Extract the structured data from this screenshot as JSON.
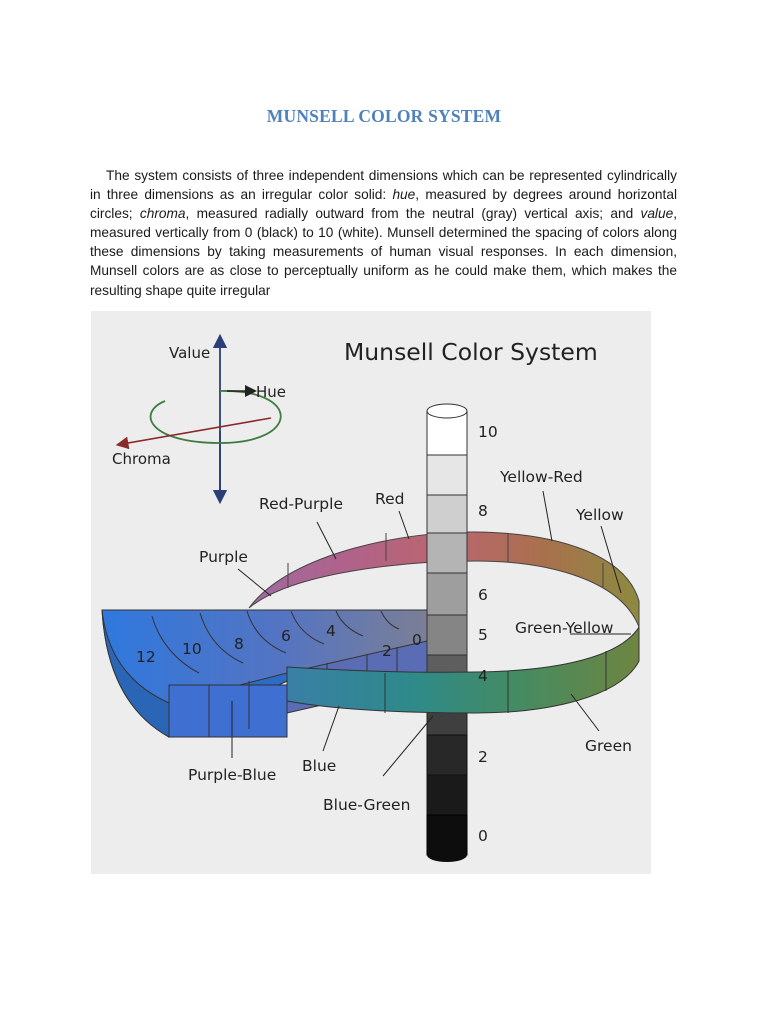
{
  "document": {
    "title": "MUNSELL COLOR SYSTEM",
    "paragraph": {
      "seg1": "The system consists of three independent dimensions which can be represented cylindrically in three dimensions as an irregular color solid: ",
      "hue_term": "hue",
      "seg2": ", measured by degrees around horizontal circles; ",
      "chroma_term": "chroma",
      "seg3": ", measured radially outward from the neutral (gray) vertical axis; and ",
      "value_term": "value",
      "seg4": ", measured vertically from 0 (black) to 10 (white). Munsell determined the spacing of colors along these dimensions by taking measurements of human visual responses. In each dimension, Munsell colors are as close to perceptually uniform as he could make them, which makes the resulting shape quite irregular"
    }
  },
  "figure": {
    "title": "Munsell Color System",
    "axes_legend": {
      "value": "Value",
      "hue": "Hue",
      "chroma": "Chroma"
    },
    "hue_labels": {
      "red_purple": "Red-Purple",
      "red": "Red",
      "purple": "Purple",
      "yellow_red": "Yellow-Red",
      "yellow": "Yellow",
      "green_yellow": "Green-Yellow",
      "green": "Green",
      "blue_green": "Blue-Green",
      "blue": "Blue",
      "purple_blue": "Purple-Blue"
    },
    "value_scale": {
      "v10": "10",
      "v8": "8",
      "v6": "6",
      "v5": "5",
      "v4": "4",
      "v2": "2",
      "v0": "0"
    },
    "chroma_scale": {
      "c12": "12",
      "c10": "10",
      "c8": "8",
      "c6": "6",
      "c4": "4",
      "c2": "2",
      "c0": "0"
    },
    "colors": {
      "value_axis": "#2a3f78",
      "hue_ring": "#3e7d3e",
      "chroma_arrow": "#8a2a2a",
      "red_purple": "#b0628a",
      "red": "#bb6670",
      "yellow_red": "#a9704e",
      "yellow": "#8d8a3f",
      "green_yellow": "#6e8540",
      "green": "#448b63",
      "blue_green": "#2e8a8a",
      "blue": "#3a7fa6",
      "purple_blue": "#4a72c8"
    }
  }
}
